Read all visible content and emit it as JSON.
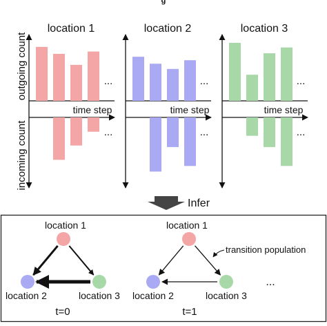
{
  "header": {
    "partial_title": "g"
  },
  "panels": [
    {
      "title": "location 1",
      "color": "#f4a6a6",
      "outgoing": [
        0.93,
        0.81,
        0.62,
        0.85
      ],
      "incoming": [
        0.0,
        0.83,
        0.55,
        0.28
      ]
    },
    {
      "title": "location 2",
      "color": "#aaaaf4",
      "outgoing": [
        0.76,
        0.64,
        0.55,
        0.7
      ],
      "incoming": [
        0.0,
        1.06,
        0.58,
        0.95
      ]
    },
    {
      "title": "location 3",
      "color": "#a8d8a8",
      "outgoing": [
        1.0,
        0.45,
        0.82,
        0.92
      ],
      "incoming": [
        0.0,
        0.36,
        0.58,
        0.95
      ]
    }
  ],
  "axes": {
    "y_top_label": "outgoing count",
    "y_bottom_label": "incoming count",
    "x_label": "time step",
    "ellipsis": "..."
  },
  "infer": {
    "label": "Infer",
    "arrow_color": "#444444"
  },
  "graphs": [
    {
      "time_label": "t=0",
      "nodes": [
        {
          "label": "location 1",
          "color": "#f4a6a6"
        },
        {
          "label": "location 2",
          "color": "#aaaaf4"
        },
        {
          "label": "location 3",
          "color": "#a8d8a8"
        }
      ],
      "edges": [
        {
          "from": 0,
          "to": 1,
          "width": 3
        },
        {
          "from": 0,
          "to": 2,
          "width": 2
        },
        {
          "from": 2,
          "to": 1,
          "width": 5
        }
      ]
    },
    {
      "time_label": "t=1",
      "nodes": [
        {
          "label": "location 1",
          "color": "#f4a6a6"
        },
        {
          "label": "location 2",
          "color": "#aaaaf4"
        },
        {
          "label": "location 3",
          "color": "#a8d8a8"
        }
      ],
      "edges": [
        {
          "from": 0,
          "to": 1,
          "width": 1.3
        },
        {
          "from": 0,
          "to": 2,
          "width": 1.3
        },
        {
          "from": 2,
          "to": 1,
          "width": 1.3
        }
      ],
      "annotation": "transition population"
    }
  ],
  "trailing_ellipsis": "..."
}
